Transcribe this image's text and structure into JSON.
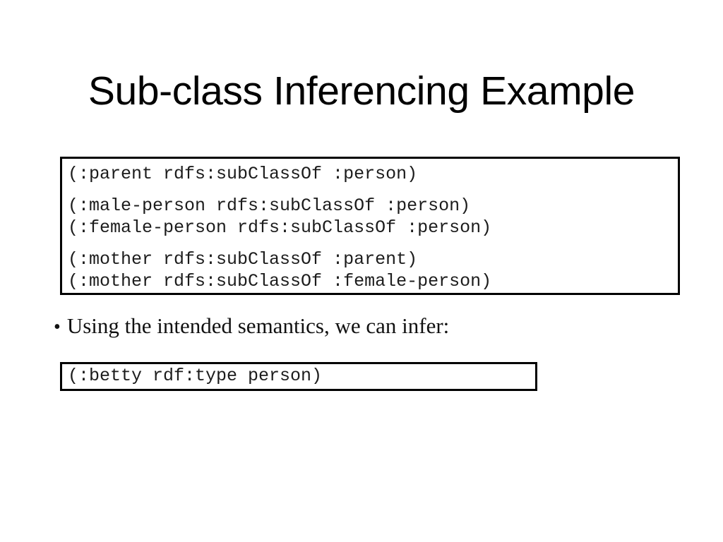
{
  "slide": {
    "title": "Sub-class Inferencing Example",
    "background_color": "#ffffff",
    "text_color": "#000000"
  },
  "facts_box": {
    "name": "rdfs-subclass-facts",
    "border_color": "#000000",
    "code_color": "#1c1c1c",
    "lines": [
      {
        "text": "(:parent rdfs:subClassOf :person)",
        "blank_before": false
      },
      {
        "text": "(:male-person rdfs:subClassOf :person)",
        "blank_before": true
      },
      {
        "text": "(:female-person rdfs:subClassOf :person)",
        "blank_before": false
      },
      {
        "text": "(:mother rdfs:subClassOf :parent)",
        "blank_before": true
      },
      {
        "text": "(:mother rdfs:subClassOf :female-person)",
        "blank_before": false
      }
    ]
  },
  "bullet": {
    "marker": "•",
    "text": "Using the intended semantics, we can infer:"
  },
  "inferred_box": {
    "name": "inferred-triple",
    "border_color": "#000000",
    "code_color": "#1c1c1c",
    "lines": [
      {
        "text": "(:betty rdf:type person)",
        "blank_before": false
      }
    ]
  }
}
